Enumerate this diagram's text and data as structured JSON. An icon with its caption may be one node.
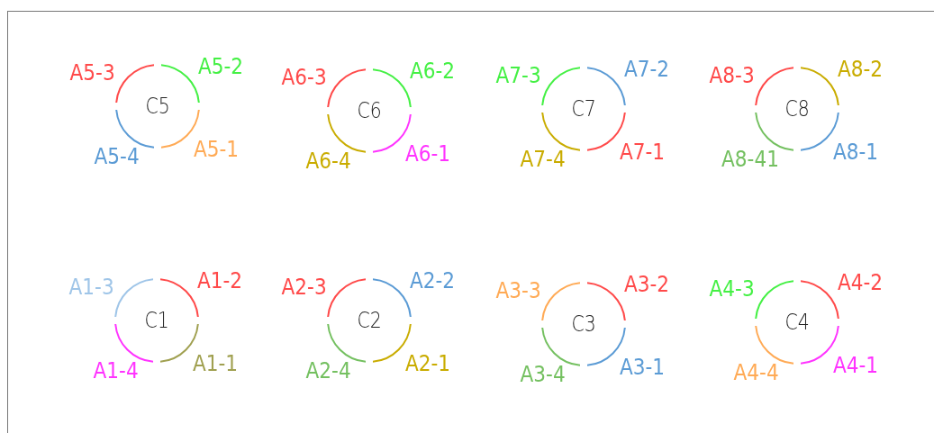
{
  "diagram": {
    "nodes": [
      {
        "text": [
          "C5"
        ],
        "beside": [
          "A5-3",
          "A5-2",
          "A5-4",
          "A5-1"
        ]
      },
      {
        "text": [
          "C6"
        ],
        "beside": [
          "A6-3",
          "A6-2",
          "A6-4",
          "A6-1"
        ]
      },
      {
        "text": [
          "C7"
        ],
        "beside": [
          "A7-3",
          "A7-2",
          "A7-4",
          "A7-1"
        ]
      },
      {
        "text": [
          "C8"
        ],
        "beside": [
          "A8-3",
          "A8-2",
          "A8-41",
          "A8-1"
        ]
      },
      {
        "text": [
          "C1"
        ],
        "beside": [
          "A1-3",
          "A1-2",
          "A1-4",
          "A1-1"
        ]
      },
      {
        "text": [
          "C2"
        ],
        "beside": [
          "A2-3",
          "A2-2",
          "A2-4",
          "A2-1"
        ]
      },
      {
        "text": [
          "C3"
        ],
        "beside": [
          "A3-3",
          "A3-2",
          "A3-4",
          "A3-1"
        ]
      },
      {
        "text": [
          "C4"
        ],
        "beside": [
          "A4-3",
          "A4-2",
          "A4-4",
          "A4-1"
        ]
      }
    ]
  }
}
